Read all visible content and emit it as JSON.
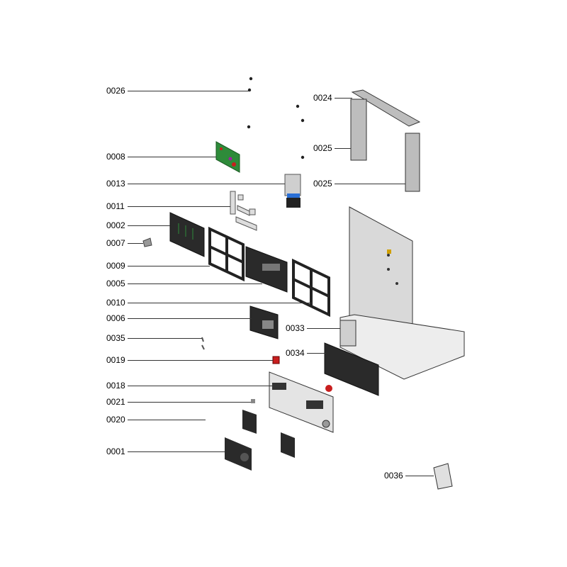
{
  "callouts": {
    "c0026": "0026",
    "c0008": "0008",
    "c0013": "0013",
    "c0011": "0011",
    "c0002": "0002",
    "c0007": "0007",
    "c0009": "0009",
    "c0005": "0005",
    "c0010": "0010",
    "c0006": "0006",
    "c0035": "0035",
    "c0019": "0019",
    "c0018": "0018",
    "c0021": "0021",
    "c0020": "0020",
    "c0001": "0001",
    "c0024": "0024",
    "c0025a": "0025",
    "c0025b": "0025",
    "c0033": "0033",
    "c0034": "0034",
    "c0036": "0036"
  },
  "colors": {
    "pcb": "#2e8b3a",
    "dark_part": "#2a2a2a",
    "frame_grey": "#d8d8d8",
    "motor_blue": "#2a6fd6",
    "red": "#c81e1e"
  }
}
